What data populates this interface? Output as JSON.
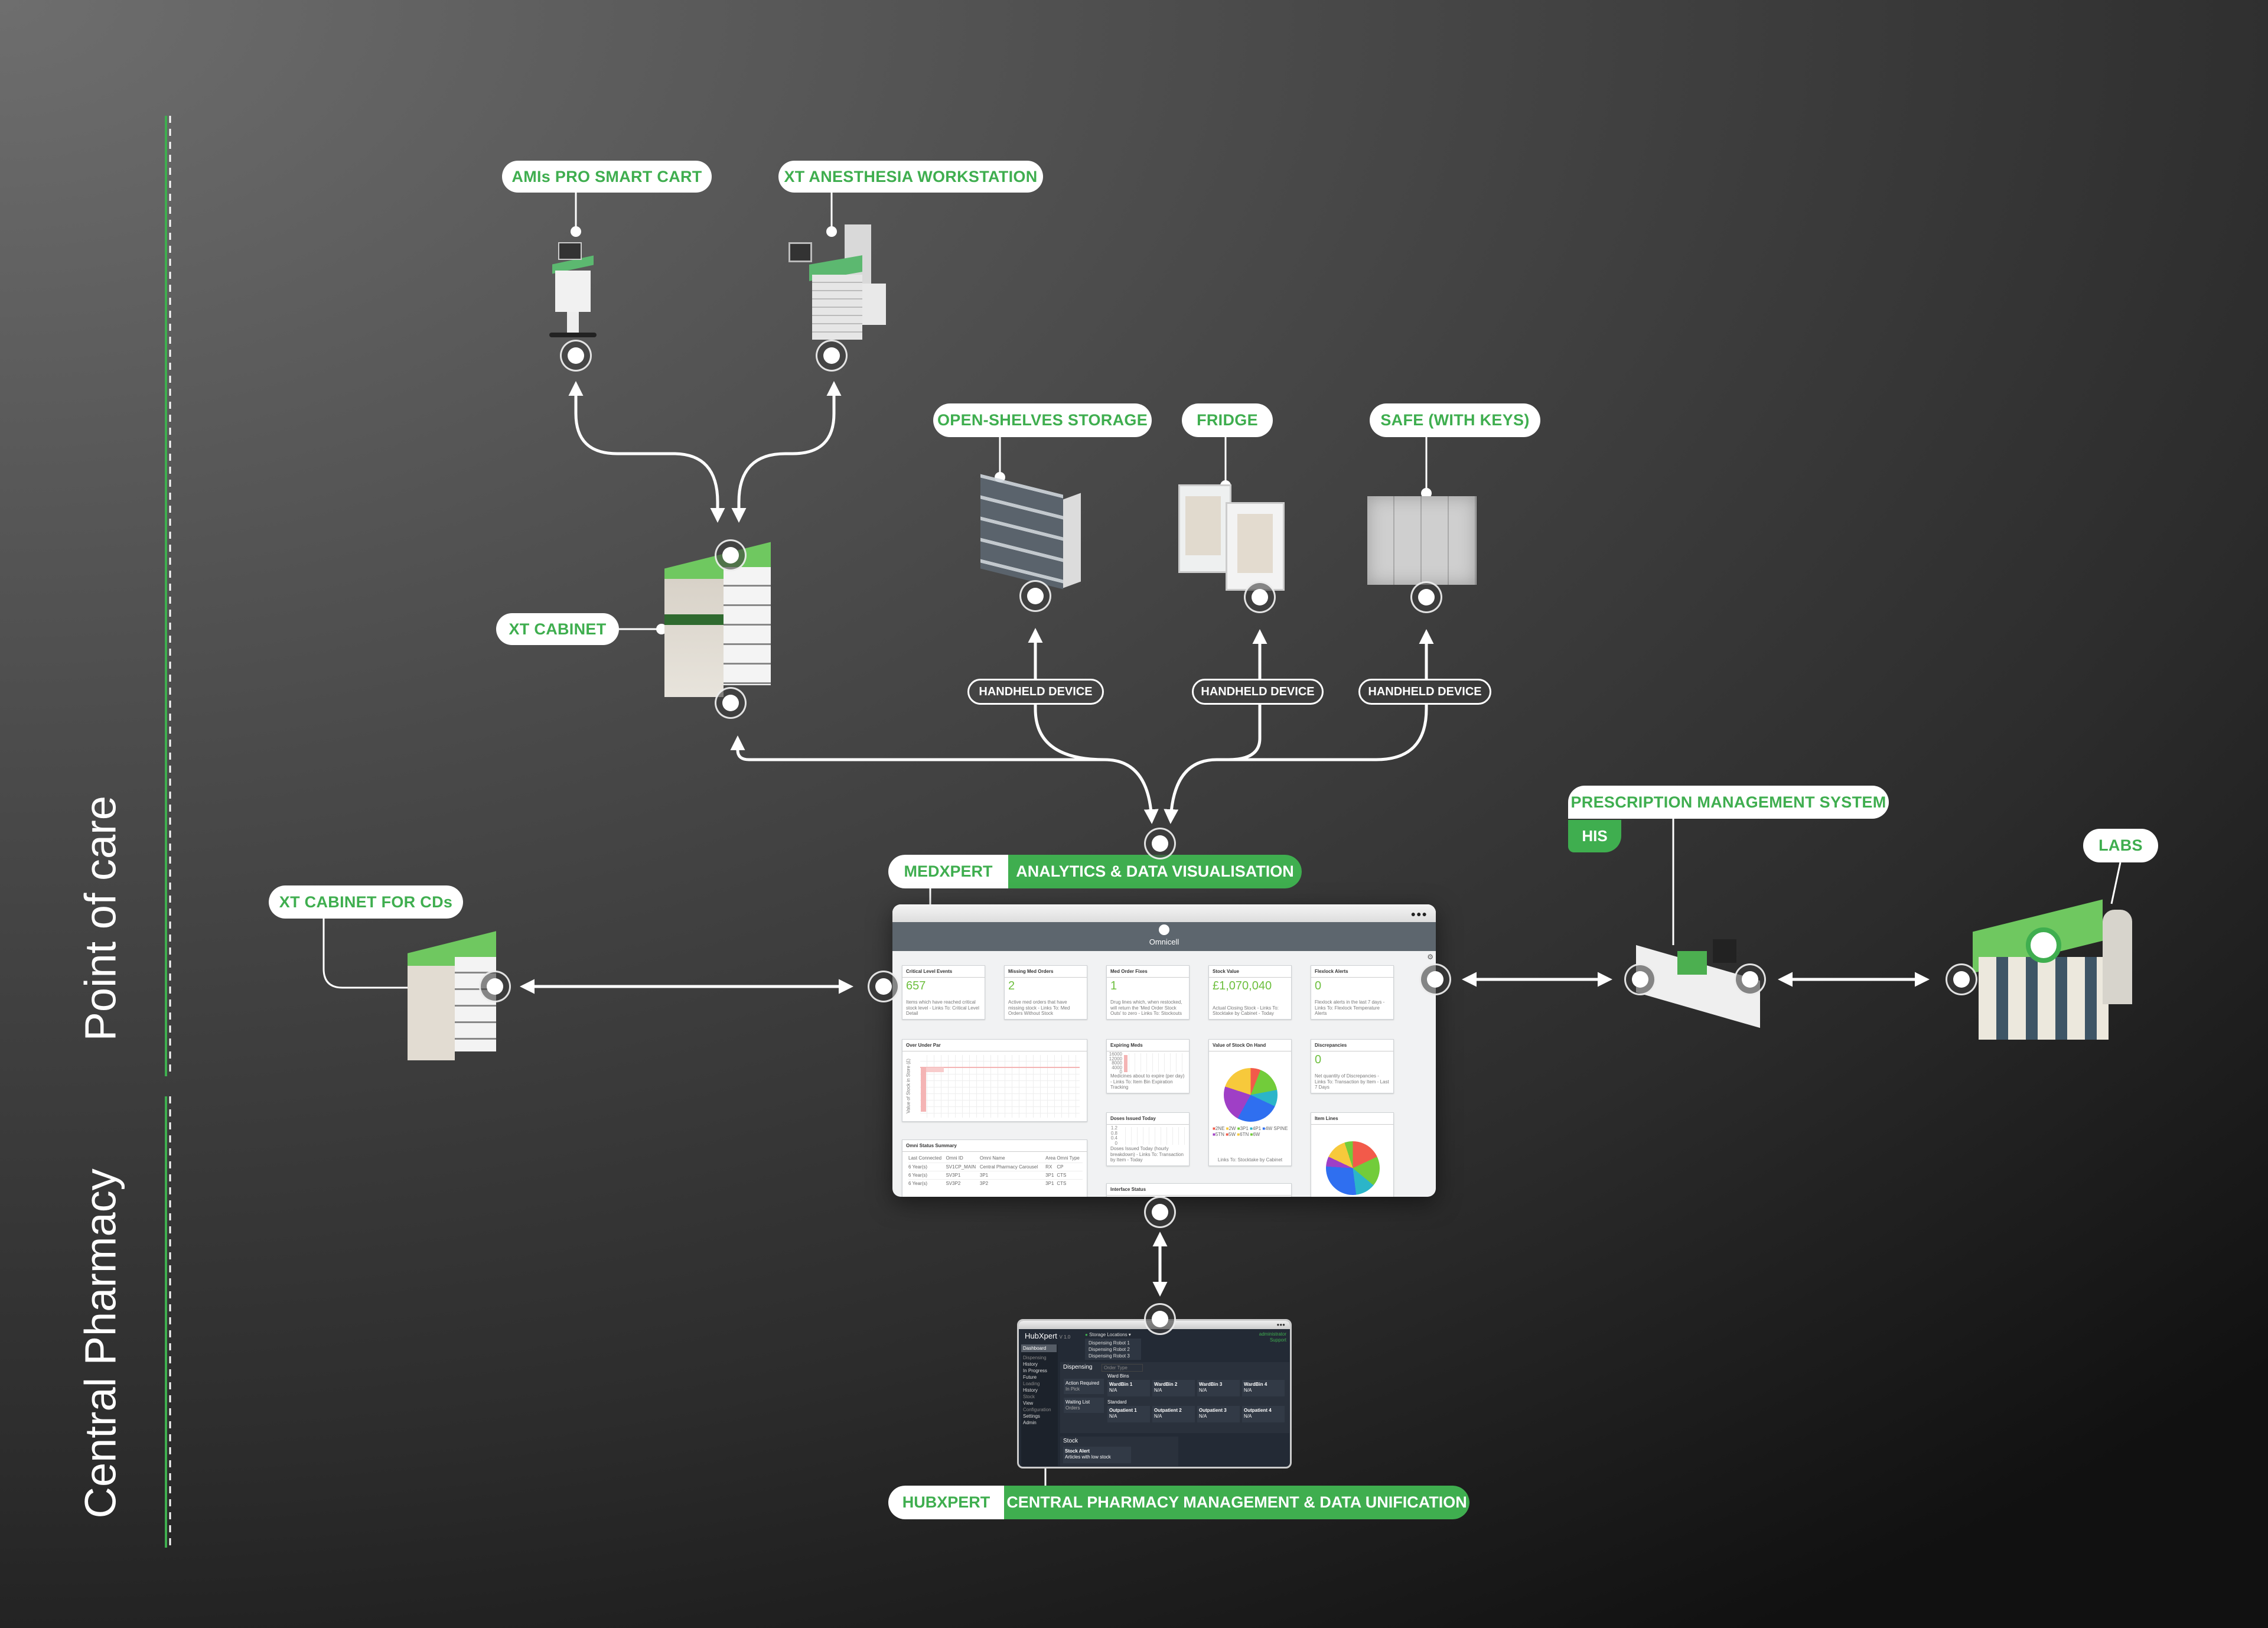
{
  "sections": {
    "point_of_care": "Point of care",
    "central_pharmacy": "Central Pharmacy"
  },
  "colors": {
    "accent": "#3fae4f",
    "divider": "#3fae4f",
    "background": "#3a3a3a"
  },
  "labels": {
    "smart_cart": "AMIs PRO SMART CART",
    "anesthesia": "XT ANESTHESIA WORKSTATION",
    "open_shelves": "OPEN-SHELVES STORAGE",
    "fridge": "FRIDGE",
    "safe": "SAFE (WITH KEYS)",
    "xt_cabinet": "XT CABINET",
    "xt_cabinet_cds": "XT CABINET FOR CDs",
    "handheld": [
      "HANDHELD DEVICE",
      "HANDHELD DEVICE",
      "HANDHELD DEVICE"
    ],
    "medxpert": "MEDXPERT",
    "analytics": "ANALYTICS & DATA VISUALISATION",
    "prescription": "PRESCRIPTION MANAGEMENT SYSTEM",
    "his": "HIS",
    "labs": "LABS",
    "hubxpert": "HUBXPERT",
    "central_mgmt": "CENTRAL PHARMACY MANAGEMENT & DATA UNIFICATION"
  },
  "dashboard": {
    "brand": "Omnicell",
    "menu_icon": "more-dots-icon",
    "kpis": [
      {
        "title": "Critical Level Events",
        "value": "657",
        "desc": "Items which have reached critical stock level - Links To: Critical Level Detail"
      },
      {
        "title": "Missing Med Orders",
        "value": "2",
        "desc": "Active med orders that have missing stock - Links To: Med Orders Without Stock"
      },
      {
        "title": "Med Order Fixes",
        "value": "1",
        "desc": "Drug lines which, when restocked, will return the 'Med Order Stock Outs' to zero - Links To: Stockouts"
      },
      {
        "title": "Stock Value",
        "value": "£1,070,040",
        "desc": "Actual Closing Stock - Links To: Stocktake by Cabinet - Today"
      },
      {
        "title": "Flexlock Alerts",
        "value": "0",
        "desc": "Flexlock alerts in the last 7 days - Links To: Flexlock Temperature Alerts"
      }
    ],
    "over_under_par": {
      "title": "Over Under Par",
      "ylabel": "Value of Stock in Store (£)"
    },
    "expiring": {
      "title": "Expiring Meds",
      "ticks": [
        "16000",
        "12000",
        "8000",
        "4000",
        "0"
      ],
      "desc": "Medicines about to expire (per day) - Links To: Item Bin Expiration Tracking"
    },
    "stock_on_hand": {
      "title": "Value of Stock On Hand",
      "legend": [
        "2NE",
        "2W",
        "3P1",
        "4P1",
        "4W SPINE",
        "5TN",
        "5W",
        "6TN",
        "6W"
      ],
      "desc": "Links To: Stocktake by Cabinet"
    },
    "discrepancies": {
      "title": "Discrepancies",
      "value": "0",
      "desc": "Net quantity of Discrepancies - Links To: Transaction by Item - Last 7 Days"
    },
    "doses": {
      "title": "Doses Issued Today",
      "ticks": [
        "1.2",
        "0.8",
        "0.4",
        "0"
      ],
      "desc": "Doses Issued Today (hourly breakdown) - Links To: Transaction by Item - Today"
    },
    "item_lines": {
      "title": "Item Lines"
    },
    "omni_status": {
      "title": "Omni Status Summary",
      "headers": [
        "Last Connected",
        "Omni ID",
        "Omni Name",
        "Area",
        "Omni Type"
      ],
      "rows": [
        [
          "6 Year(s)",
          "SV1CP_MAIN",
          "Central Pharmacy Carousel",
          "RX",
          "CP"
        ],
        [
          "6 Year(s)",
          "SV3P1",
          "3P1",
          "3P1",
          "CTS"
        ],
        [
          "6 Year(s)",
          "SV3P2",
          "3P2",
          "3P1",
          "CTS"
        ]
      ]
    },
    "interface": {
      "title": "Interface Status"
    }
  },
  "hubxpert": {
    "title": "HubXpert",
    "version": "V 1.0",
    "nav": {
      "dashboard": "Dashboard",
      "groups": [
        {
          "head": "Dispensing",
          "items": [
            "History",
            "In Progress",
            "Future"
          ]
        },
        {
          "head": "Loading",
          "items": [
            "History"
          ]
        },
        {
          "head": "Stock",
          "items": [
            "View"
          ]
        },
        {
          "head": "Configuration",
          "items": [
            "Settings",
            "Admin"
          ]
        }
      ]
    },
    "dropdown": {
      "label": "Storage Locations",
      "options": [
        "Dispensing Robot 1",
        "Dispensing Robot 2",
        "Dispensing Robot 3"
      ]
    },
    "user": "administrator",
    "support": "Support",
    "dispensing": {
      "title": "Dispensing",
      "order_type": "Order Type",
      "action": "Action Required",
      "in_pick": "In Pick",
      "waiting": "Waiting List",
      "orders": "Orders",
      "ward_title": "Ward Bins",
      "ward": [
        "WardBin 1",
        "WardBin 2",
        "WardBin 3",
        "WardBin 4"
      ],
      "standard_title": "Standard",
      "standard": [
        "Outpatient 1",
        "Outpatient 2",
        "Outpatient 3",
        "Outpatient 4"
      ],
      "na": "N/A"
    },
    "stock": {
      "title": "Stock",
      "alert": "Stock Alert",
      "low": "Articles with low stock"
    }
  }
}
